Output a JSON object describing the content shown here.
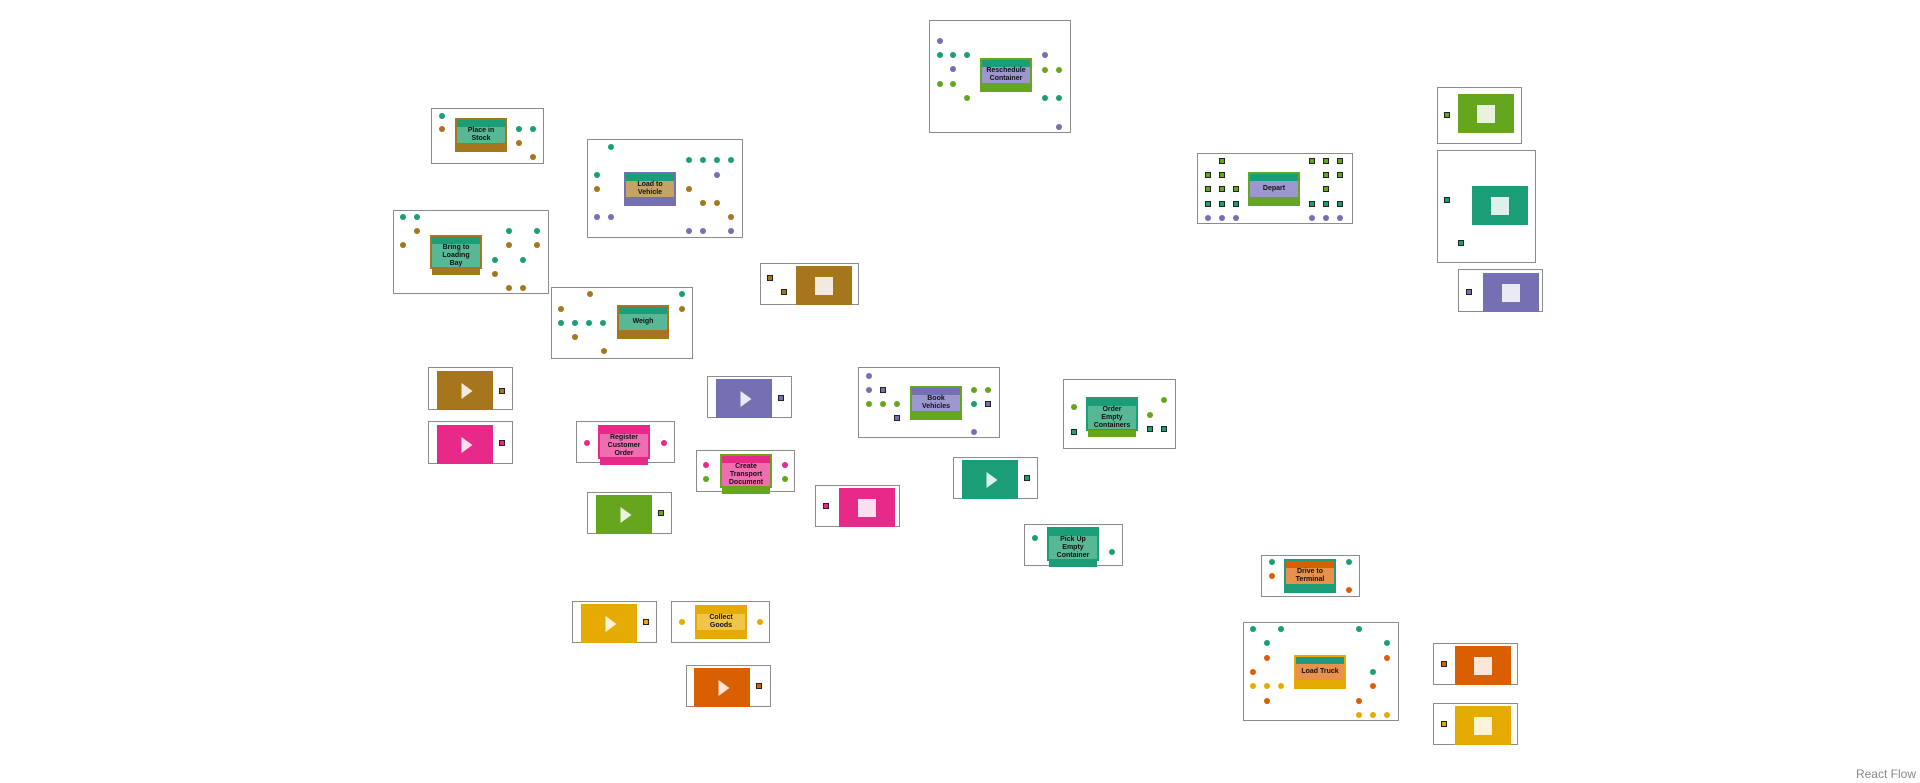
{
  "colors": {
    "green": "#1b9e77",
    "brown": "#a6761d",
    "purple": "#7570b3",
    "lime": "#66a61e",
    "pink": "#e7298a",
    "orange": "#d95f02",
    "yellow": "#e6ab02",
    "light_green": "#58b896",
    "light_brown": "#c4a366",
    "light_purple": "#9c98cf",
    "light_lime": "#93c55c",
    "light_pink": "#f06db0",
    "light_orange": "#e8914d",
    "light_yellow": "#f0c54a"
  },
  "tasks": {
    "place_in_stock": "Place in\nStock",
    "load_to_vehicle": "Load to\nVehicle",
    "bring_to_loading_bay": "Bring to\nLoading\nBay",
    "weigh": "Weigh",
    "reschedule_container": "Reschedule\nContainer",
    "depart": "Depart",
    "register_customer_order": "Register\nCustomer\nOrder",
    "create_transport_document": "Create\nTransport\nDocument",
    "book_vehicles": "Book\nVehicles",
    "order_empty_containers": "Order\nEmpty\nContainers",
    "pick_up_empty_container": "Pick Up\nEmpty\nContainer",
    "collect_goods": "Collect\nGoods",
    "drive_to_terminal": "Drive to\nTerminal",
    "load_truck": "Load Truck"
  },
  "attribution": "React Flow"
}
